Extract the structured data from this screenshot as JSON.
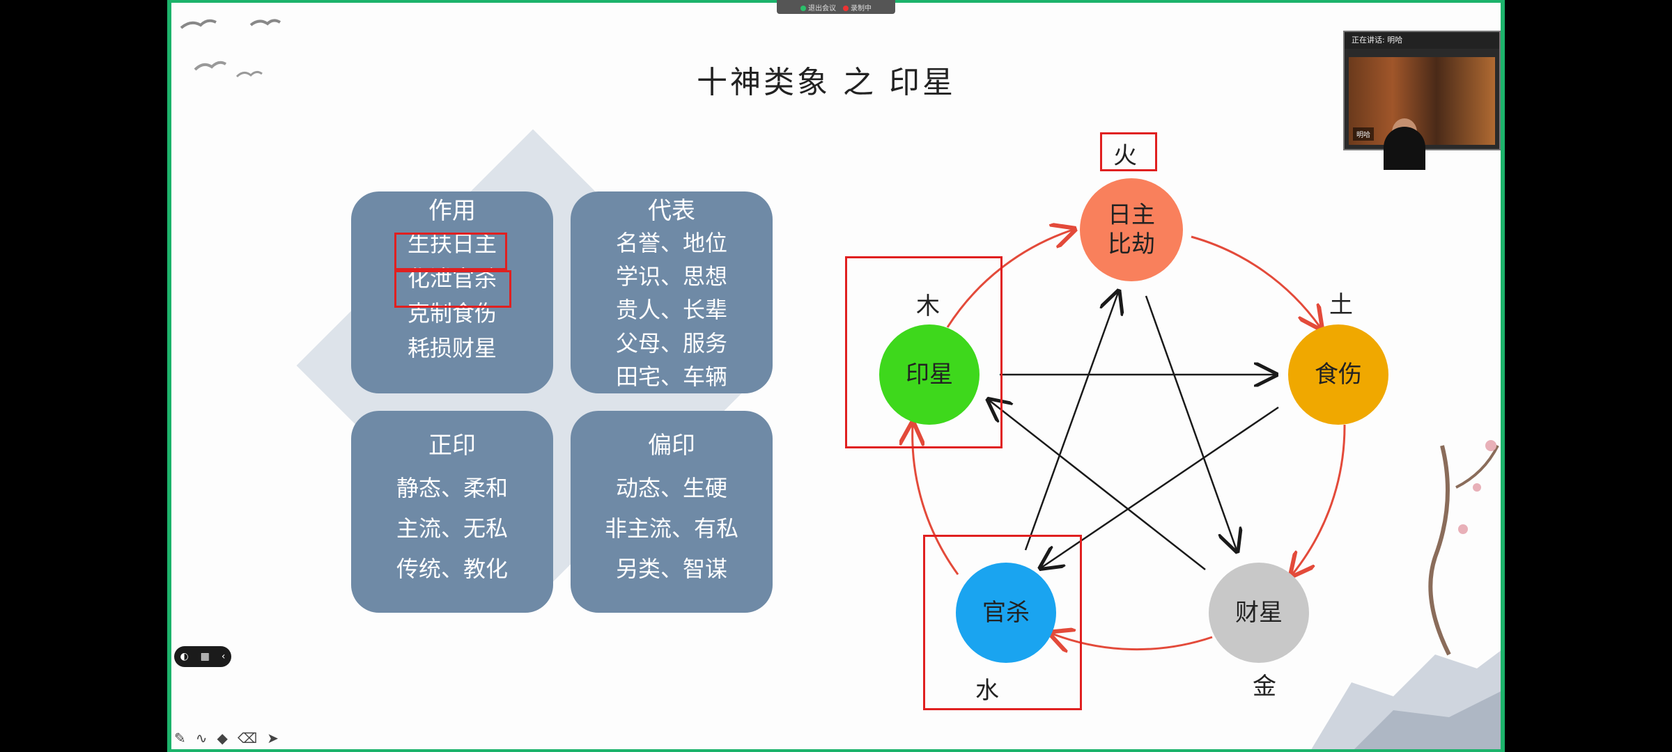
{
  "recording_bar": {
    "item1": "退出会议",
    "item2": "录制中"
  },
  "webcam": {
    "header": "正在讲话: 明哈",
    "name": "明哈"
  },
  "slide_title": "十神类象 之 印星",
  "quadrants": {
    "top_left": {
      "heading": "作用",
      "lines": [
        "生扶日主",
        "化泄官杀",
        "克制食伤",
        "耗损财星"
      ]
    },
    "top_right": {
      "heading": "代表",
      "lines": [
        "名誉、地位",
        "学识、思想",
        "贵人、长辈",
        "父母、服务",
        "田宅、车辆"
      ]
    },
    "bottom_left": {
      "heading": "正印",
      "lines": [
        "静态、柔和",
        "主流、无私",
        "传统、教化"
      ]
    },
    "bottom_right": {
      "heading": "偏印",
      "lines": [
        "动态、生硬",
        "非主流、有私",
        "另类、智谋"
      ]
    }
  },
  "diagram": {
    "nodes": {
      "rizhu": {
        "line1": "日主",
        "line2": "比劫",
        "color": "#f9805c"
      },
      "shishang": {
        "label": "食伤",
        "color": "#f0a800"
      },
      "caixing": {
        "label": "财星",
        "color": "#c8c8c8"
      },
      "guansha": {
        "label": "官杀",
        "color": "#1aa4f0"
      },
      "yinxing": {
        "label": "印星",
        "color": "#3ed81c"
      }
    },
    "elements": {
      "fire": "火",
      "earth": "土",
      "metal": "金",
      "water": "水",
      "wood": "木"
    },
    "cycle_color": "#e34a3a",
    "arrow_color": "#1a1a1a"
  },
  "toolbar": {
    "collapse": "‹"
  }
}
